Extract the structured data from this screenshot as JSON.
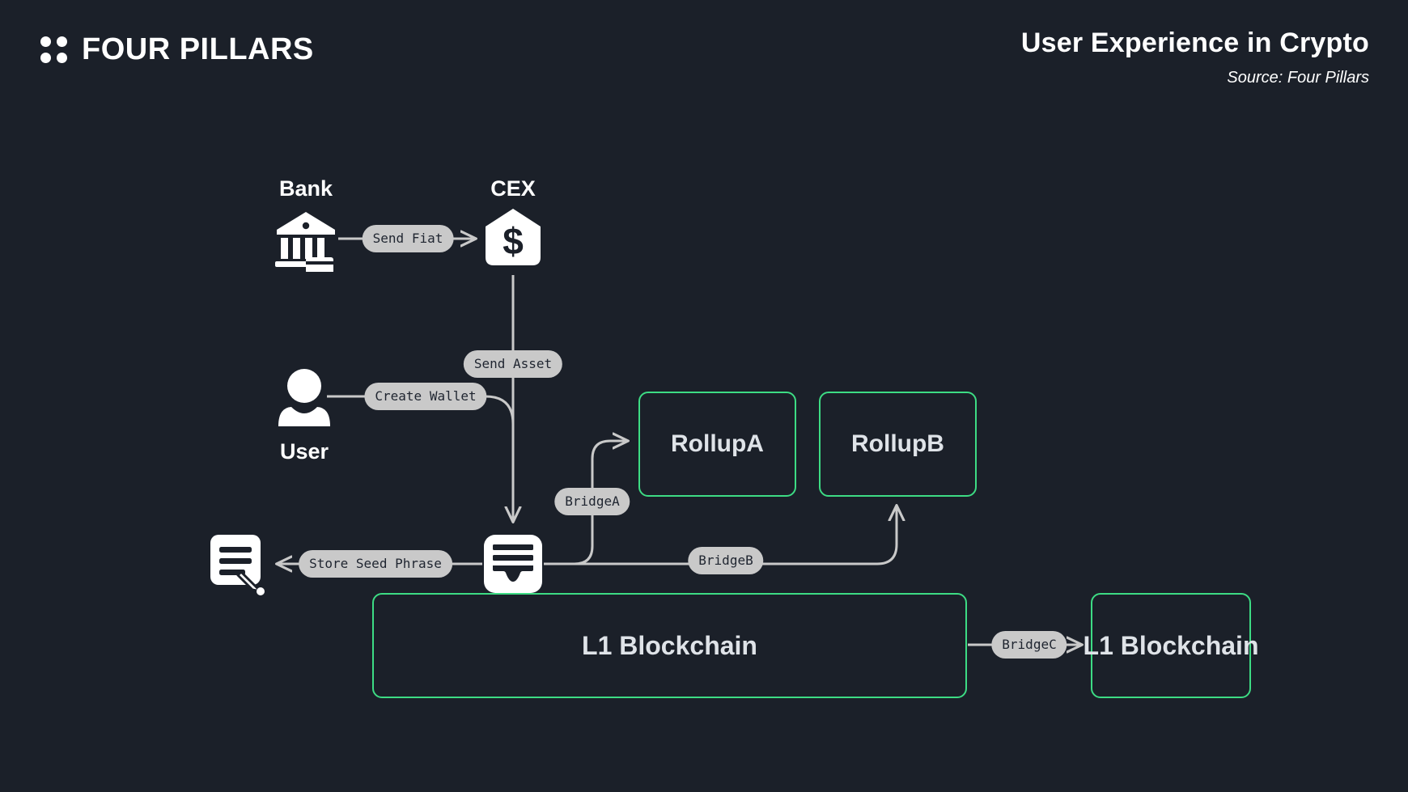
{
  "header": {
    "logo_text": "FOUR PILLARS",
    "logo_icon": "four-dots-logo",
    "title": "User Experience in Crypto",
    "source": "Source: Four Pillars"
  },
  "colors": {
    "background": "#1b2029",
    "accent_green": "#3ddc84",
    "edge_gray": "#c9c9c9",
    "pill_background": "#c9c9c9",
    "pill_text": "#1f2530",
    "node_text": "#dfe3e8",
    "white": "#ffffff"
  },
  "diagram": {
    "type": "flow-diagram",
    "nodes": [
      {
        "id": "bank",
        "label": "Bank",
        "icon": "bank-icon",
        "label_position": "above"
      },
      {
        "id": "cex",
        "label": "CEX",
        "icon": "cex-dollar-icon",
        "label_position": "above"
      },
      {
        "id": "user",
        "label": "User",
        "icon": "user-icon",
        "label_position": "below"
      },
      {
        "id": "wallet",
        "label": "",
        "icon": "wallet-icon",
        "label_position": "none"
      },
      {
        "id": "seed",
        "label": "",
        "icon": "seed-phrase-note-icon",
        "label_position": "none"
      },
      {
        "id": "rollupA",
        "label": "RollupA",
        "icon": "",
        "label_position": "inside"
      },
      {
        "id": "rollupB",
        "label": "RollupB",
        "icon": "",
        "label_position": "inside"
      },
      {
        "id": "l1main",
        "label": "L1 Blockchain",
        "icon": "",
        "label_position": "inside"
      },
      {
        "id": "l1right",
        "label": "L1 Blockchain",
        "icon": "",
        "label_position": "inside"
      }
    ],
    "edges": [
      {
        "id": "e1",
        "from": "bank",
        "to": "cex",
        "label": "Send Fiat"
      },
      {
        "id": "e2",
        "from": "cex",
        "to": "wallet",
        "label": "Send Asset"
      },
      {
        "id": "e3",
        "from": "user",
        "to": "wallet",
        "label": "Create Wallet"
      },
      {
        "id": "e4",
        "from": "wallet",
        "to": "seed",
        "label": "Store Seed Phrase"
      },
      {
        "id": "e5",
        "from": "wallet",
        "to": "rollupA",
        "label": "BridgeA"
      },
      {
        "id": "e6",
        "from": "wallet",
        "to": "rollupB",
        "label": "BridgeB"
      },
      {
        "id": "e7",
        "from": "l1main",
        "to": "l1right",
        "label": "BridgeC"
      }
    ]
  }
}
